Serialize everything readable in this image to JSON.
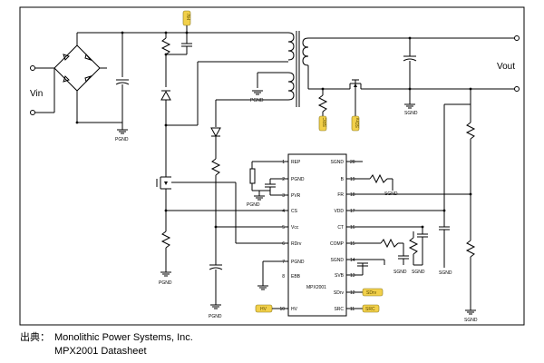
{
  "terminals": {
    "vin": "Vin",
    "vout": "Vout"
  },
  "ic": {
    "name": "MPX2001",
    "left_pins": [
      {
        "num": "1",
        "label": "REP"
      },
      {
        "num": "2",
        "label": "PGND"
      },
      {
        "num": "3",
        "label": "PVR"
      },
      {
        "num": "4",
        "label": "CS"
      },
      {
        "num": "5",
        "label": "Vcc"
      },
      {
        "num": "6",
        "label": "RDrv"
      },
      {
        "num": "7",
        "label": "PGND"
      },
      {
        "num": "8",
        "label": "EBB"
      },
      {
        "num": "10",
        "label": "HV"
      }
    ],
    "right_pins": [
      {
        "num": "20",
        "label": "SGND"
      },
      {
        "num": "19",
        "label": "B"
      },
      {
        "num": "18",
        "label": "FR"
      },
      {
        "num": "17",
        "label": "VDD"
      },
      {
        "num": "16",
        "label": "CT"
      },
      {
        "num": "15",
        "label": "COMP"
      },
      {
        "num": "14",
        "label": "SGND"
      },
      {
        "num": "13",
        "label": "SVB"
      },
      {
        "num": "12",
        "label": "SDrv"
      },
      {
        "num": "11",
        "label": "SRC"
      }
    ]
  },
  "grounds": {
    "pgnd": "PGND",
    "sgnd": "SGND"
  },
  "tags": {
    "hv": "HV",
    "sdrv": "SDrv",
    "src": "SRC"
  },
  "caption": {
    "source_label": "出典：",
    "line1": "Monolithic Power Systems, Inc.",
    "line2": "MPX2001 Datasheet"
  },
  "colors": {
    "tag_fill": "#f2d04a"
  }
}
